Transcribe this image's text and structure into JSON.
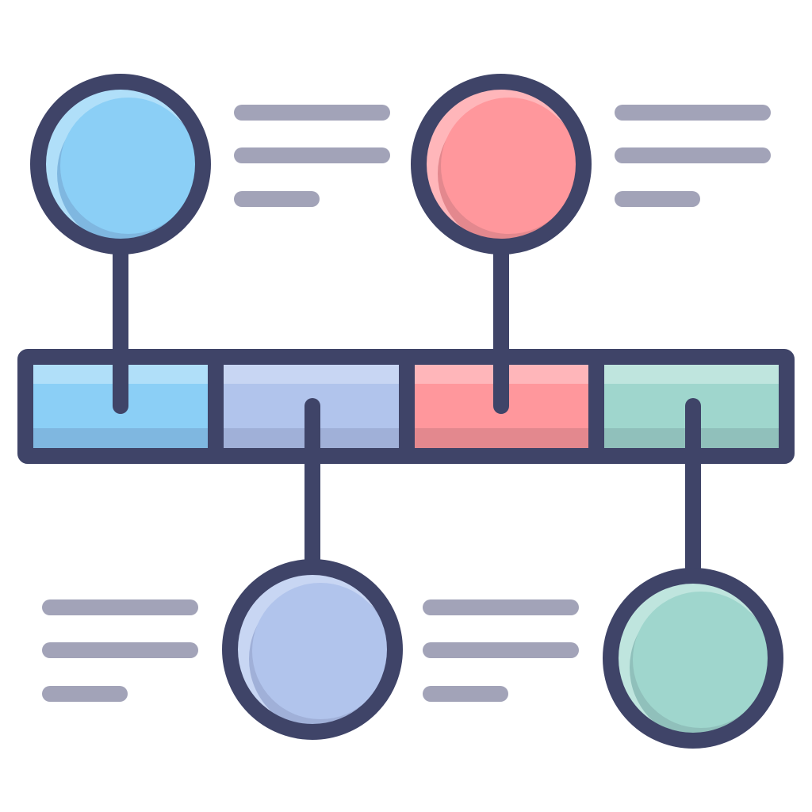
{
  "colors": {
    "outline": "#3f4468",
    "text_line": "#a2a3b8",
    "blue": "#8bcff6",
    "blue_light": "#b0dff9",
    "blue_shade": "#7fb7e0",
    "periwinkle": "#b1c4ec",
    "periwinkle_light": "#c8d6f3",
    "periwinkle_shade": "#a0b0d8",
    "pink": "#ff979c",
    "pink_light": "#ffb6ba",
    "pink_shade": "#e3888e",
    "mint": "#9fd6cd",
    "mint_light": "#bfe5de",
    "mint_shade": "#90c0bb"
  },
  "icons": [
    "timeline-bar",
    "milestone-node-icon",
    "text-placeholder-lines"
  ],
  "timeline": {
    "segments": [
      {
        "id": "seg-1",
        "fill": "blue",
        "light": "blue_light",
        "shade": "blue_shade"
      },
      {
        "id": "seg-2",
        "fill": "periwinkle",
        "light": "periwinkle_light",
        "shade": "periwinkle_shade"
      },
      {
        "id": "seg-3",
        "fill": "pink",
        "light": "pink_light",
        "shade": "pink_shade"
      },
      {
        "id": "seg-4",
        "fill": "mint",
        "light": "mint_light",
        "shade": "mint_shade"
      }
    ],
    "milestones": [
      {
        "id": "milestone-1",
        "position": "above",
        "segment": 0,
        "fill": "blue",
        "light": "blue_light",
        "shade": "blue_shade",
        "text_lines": 3
      },
      {
        "id": "milestone-2",
        "position": "below",
        "segment": 1,
        "fill": "periwinkle",
        "light": "periwinkle_light",
        "shade": "periwinkle_shade",
        "text_lines": 3
      },
      {
        "id": "milestone-3",
        "position": "above",
        "segment": 2,
        "fill": "pink",
        "light": "pink_light",
        "shade": "pink_shade",
        "text_lines": 3
      },
      {
        "id": "milestone-4",
        "position": "below",
        "segment": 3,
        "fill": "mint",
        "light": "mint_light",
        "shade": "mint_shade",
        "text_lines": 3
      }
    ]
  }
}
